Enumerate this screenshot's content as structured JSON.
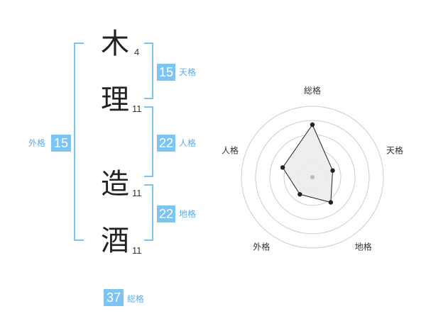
{
  "characters": [
    {
      "char": "木",
      "strokes": "4"
    },
    {
      "char": "理",
      "strokes": "11"
    },
    {
      "char": "造",
      "strokes": "11"
    },
    {
      "char": "酒",
      "strokes": "11"
    }
  ],
  "kakusu": {
    "tenkaku": {
      "value": "15",
      "label": "天格"
    },
    "jinkaku": {
      "value": "22",
      "label": "人格"
    },
    "chikaku": {
      "value": "22",
      "label": "地格"
    },
    "gaikaku": {
      "value": "15",
      "label": "外格"
    },
    "soukaku": {
      "value": "37",
      "label": "総格"
    }
  },
  "chart_data": {
    "type": "radar",
    "axes": [
      "総格",
      "天格",
      "地格",
      "外格",
      "人格"
    ],
    "values": [
      37,
      15,
      22,
      15,
      22
    ],
    "levels": 5,
    "colors": {
      "fill": "#ececec",
      "line": "#222222",
      "grid": "#cccccc",
      "center": "#bbbbbb"
    }
  }
}
